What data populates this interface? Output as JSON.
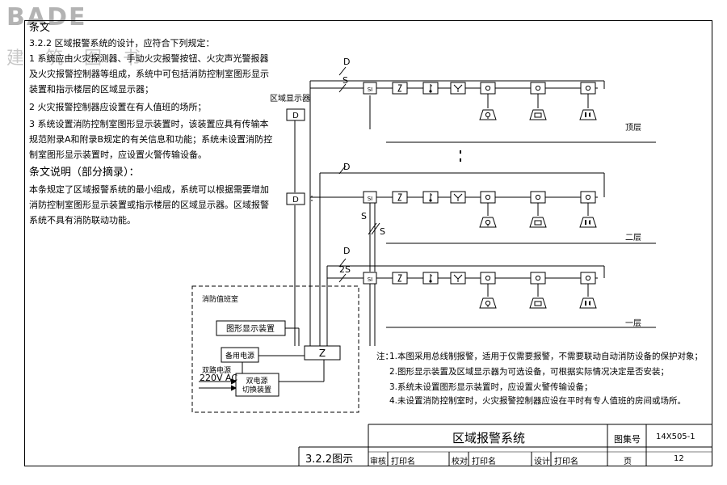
{
  "watermark": {
    "brand": "BADE",
    "subtitle": "建筑图书"
  },
  "clause": {
    "heading": "条文",
    "lines": [
      "3.2.2 区域报警系统的设计，应符合下列规定：",
      "1  系统应由火灾探测器、手动火灾报警按钮、火灾声光警报器",
      "及火灾报警控制器等组成，系统中可包括消防控制室图形显示",
      "装置和指示楼层的区域显示器；",
      "2  火灾报警控制器应设置在有人值班的场所；",
      "3  系统设置消防控制室图形显示装置时，该装置应具有传输本",
      "规范附录A和附录B规定的有关信息和功能；系统未设置消防控",
      "制室图形显示装置时，应设置火警传输设备。"
    ]
  },
  "explanation": {
    "heading": "条文说明（部分摘录）：",
    "lines": [
      "本条规定了区域报警系统的最小组成，系统可以根据需要增加",
      "消防控制室图形显示装置或指示楼层的区域显示器。区域报警",
      "系统不具有消防联动功能。"
    ]
  },
  "diagram": {
    "zone_display_label": "区域显示器",
    "display_box": "D",
    "floor_labels": [
      "顶层",
      "二层",
      "一层"
    ],
    "line_labels": {
      "d": "D",
      "s": "S",
      "two_s": "2S"
    },
    "symbols": {
      "si": "SI",
      "io": "O"
    },
    "control_room_label": "消防值班室",
    "graphic_display": "图形显示装置",
    "backup_power": "备用电源",
    "dual_power_label": "双路电源",
    "voltage": "220V AC",
    "power_switch_1": "双电源",
    "power_switch_2": "切换装置",
    "controller": "Z"
  },
  "notes": {
    "prefix": "注：",
    "lines": [
      "1.本图采用总线制报警，适用于仅需要报警，不需要联动自动消防设备的保护对象；",
      "2.图形显示装置及区域显示器为可选设备，可根据实际情况决定是否安装；",
      "3.系统未设置图形显示装置时，应设置火警传输设备；",
      "4.未设置消防控制室时，火灾报警控制器应设在平时有专人值班的房间或场所。"
    ]
  },
  "title_block": {
    "title": "区域报警系统",
    "atlas_label": "图集号",
    "atlas_no": "14X505-1",
    "figure_ref": "3.2.2图示",
    "review": "审核",
    "check": "校对",
    "design": "设计",
    "print_name": "打印名",
    "page_label": "页",
    "page_no": "12"
  },
  "colors": {
    "line": "#000000",
    "watermark": "#9a9a9a"
  }
}
